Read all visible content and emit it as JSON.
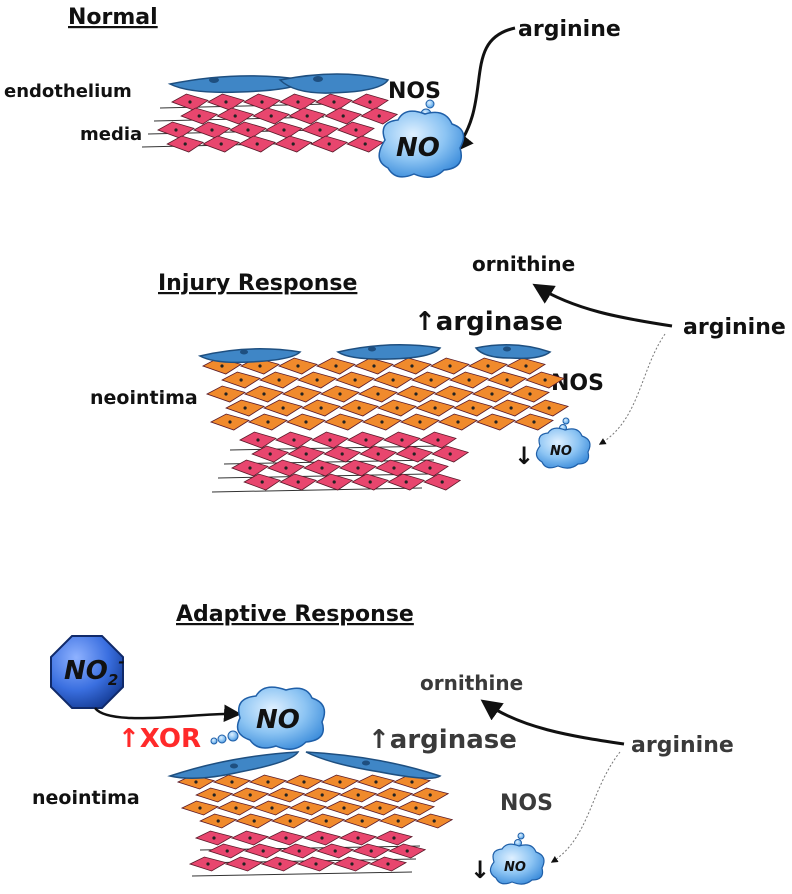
{
  "panels": {
    "normal": {
      "title": "Normal",
      "endothelium_label": "endothelium",
      "media_label": "media",
      "nos_label": "NOS",
      "arginine_label": "arginine",
      "no_label": "NO"
    },
    "injury": {
      "title": "Injury Response",
      "ornithine_label": "ornithine",
      "arginase_label": "arginase",
      "arginine_label": "arginine",
      "neointima_label": "neointima",
      "nos_label": "NOS",
      "no_label": "NO",
      "up_arrow": "↑",
      "down_arrow": "↓"
    },
    "adaptive": {
      "title": "Adaptive Response",
      "nitrite_base": "NO",
      "nitrite_sub": "2",
      "nitrite_sup": "-",
      "xor_label": "XOR",
      "no_label": "NO",
      "ornithine_label": "ornithine",
      "arginase_label": "arginase",
      "arginine_label": "arginine",
      "neointima_label": "neointima",
      "nos_label": "NOS",
      "small_no_label": "NO",
      "up_arrow": "↑",
      "down_arrow": "↓"
    }
  },
  "colors": {
    "endothelium": "#3f86c6",
    "media_cell": "#e8466e",
    "neointima_cell": "#f08a2c",
    "no_cloud": "#5fa6e8",
    "nitrite_octagon": "#2f63c8",
    "xor_text": "#ff2a2a"
  }
}
